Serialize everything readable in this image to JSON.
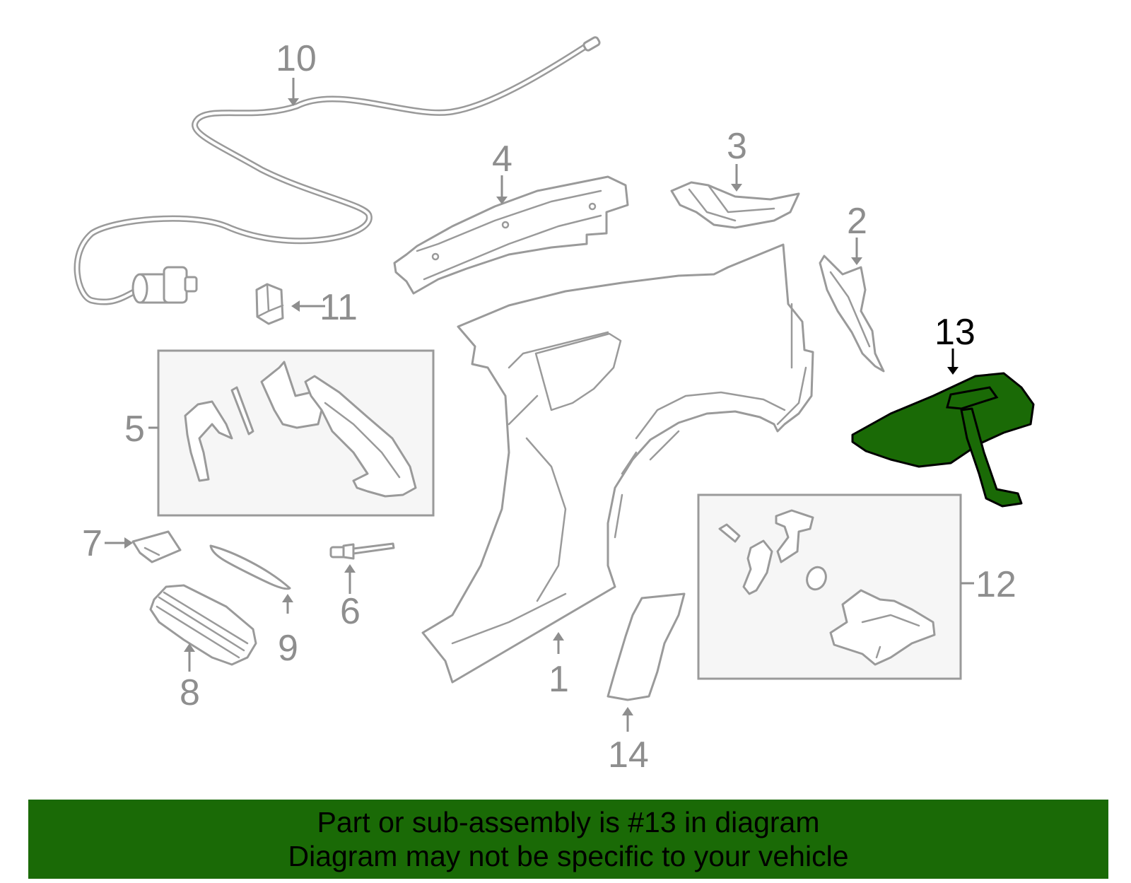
{
  "callouts": {
    "c1": "1",
    "c2": "2",
    "c3": "3",
    "c4": "4",
    "c5": "5",
    "c6": "6",
    "c7": "7",
    "c8": "8",
    "c9": "9",
    "c10": "10",
    "c11": "11",
    "c12": "12",
    "c13": "13",
    "c14": "14"
  },
  "banner": {
    "line1": "Part or sub-assembly is #13 in diagram",
    "line2": "Diagram may not be specific to your vehicle"
  },
  "colors": {
    "highlight_fill": "#1a6a06",
    "banner_bg": "#1a6a06",
    "line_gray": "#9a9a9a",
    "label_gray": "#8e8e8e",
    "box_fill": "#f6f6f6"
  }
}
